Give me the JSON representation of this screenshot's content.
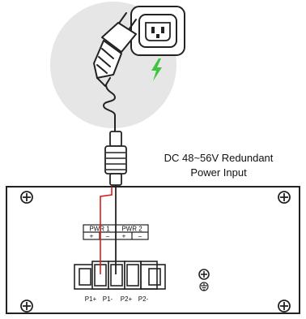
{
  "title_line1": "DC 48~56V Redundant",
  "title_line2": "Power Input",
  "terminal_block": {
    "group1_label": "PWR 1",
    "group2_label": "PWR 2",
    "signs": [
      "+",
      "–",
      "+",
      "–"
    ],
    "pin_labels": [
      "P1+",
      "P1-",
      "P2+",
      "P2-"
    ]
  },
  "icons": [
    "ac-outlet-icon",
    "power-plug-icon",
    "lightning-bolt-icon",
    "ground-symbol-icon",
    "screw-icon"
  ],
  "colors": {
    "bolt": "#3ec43e",
    "positive_wire": "#d62020",
    "negative_wire": "#222222",
    "circle": "#e6e6e6"
  }
}
